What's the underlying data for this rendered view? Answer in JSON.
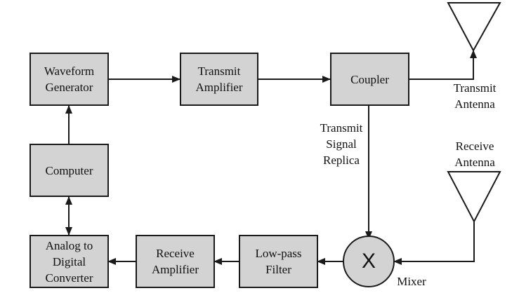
{
  "blocks": {
    "waveform_generator": "Waveform\nGenerator",
    "transmit_amplifier": "Transmit\nAmplifier",
    "coupler": "Coupler",
    "computer": "Computer",
    "adc": "Analog to\nDigital\nConverter",
    "receive_amplifier": "Receive\nAmplifier",
    "low_pass_filter": "Low-pass\nFilter"
  },
  "mixer": {
    "symbol": "X",
    "label": "Mixer"
  },
  "labels": {
    "transmit_antenna": "Transmit\nAntenna",
    "receive_antenna": "Receive\nAntenna",
    "transmit_signal_replica": "Transmit\nSignal\nReplica"
  },
  "colors": {
    "block_fill": "#d3d3d3",
    "stroke": "#1a1a1a",
    "background": "#ffffff"
  }
}
